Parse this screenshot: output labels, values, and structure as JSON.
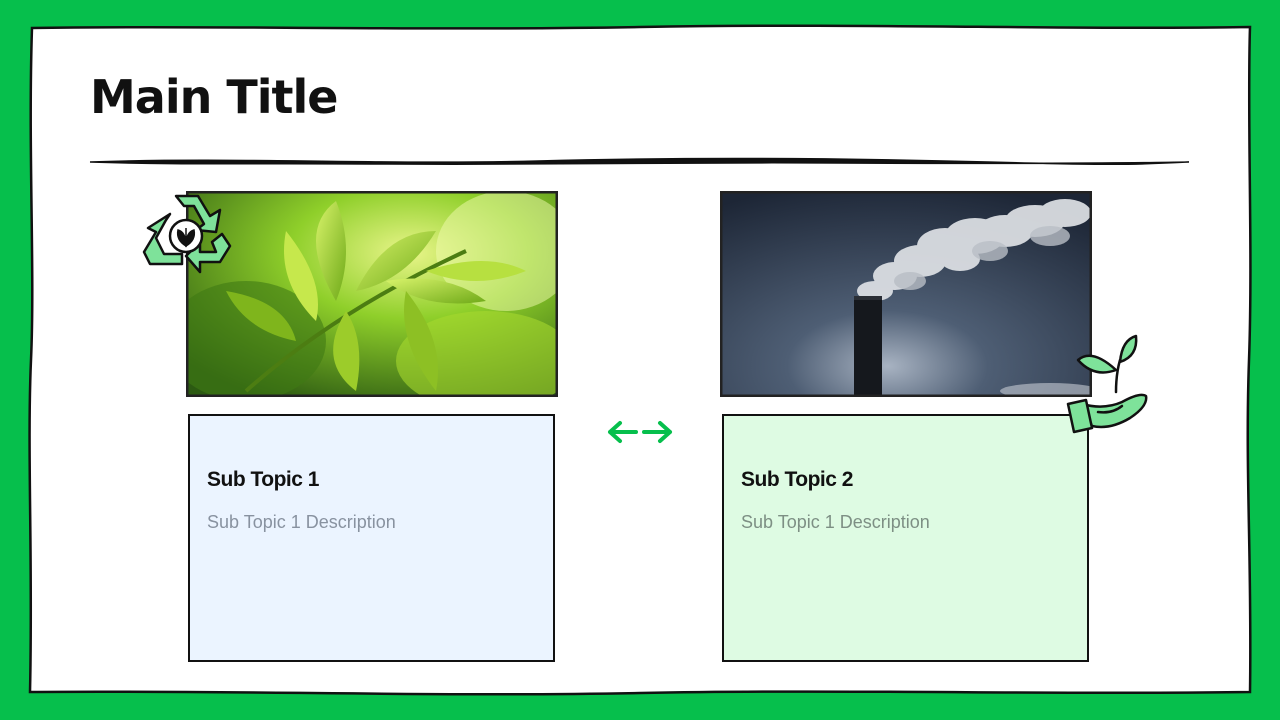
{
  "slide": {
    "title": "Main Title",
    "frame_color": "#06bf4c",
    "accent": "#06bf4c"
  },
  "images": {
    "left": {
      "icon": "leaves-photo"
    },
    "right": {
      "icon": "smokestack-photo"
    }
  },
  "cards": [
    {
      "title": "Sub Topic 1",
      "description": "Sub Topic 1 Description",
      "bg": "#ebf4ff"
    },
    {
      "title": "Sub Topic 2",
      "description": "Sub Topic 1 Description",
      "bg": "#defbe3"
    }
  ],
  "icons": {
    "recycle": "recycle-leaf-icon",
    "arrows": "double-arrow-icon",
    "plant": "plant-in-hand-icon"
  }
}
